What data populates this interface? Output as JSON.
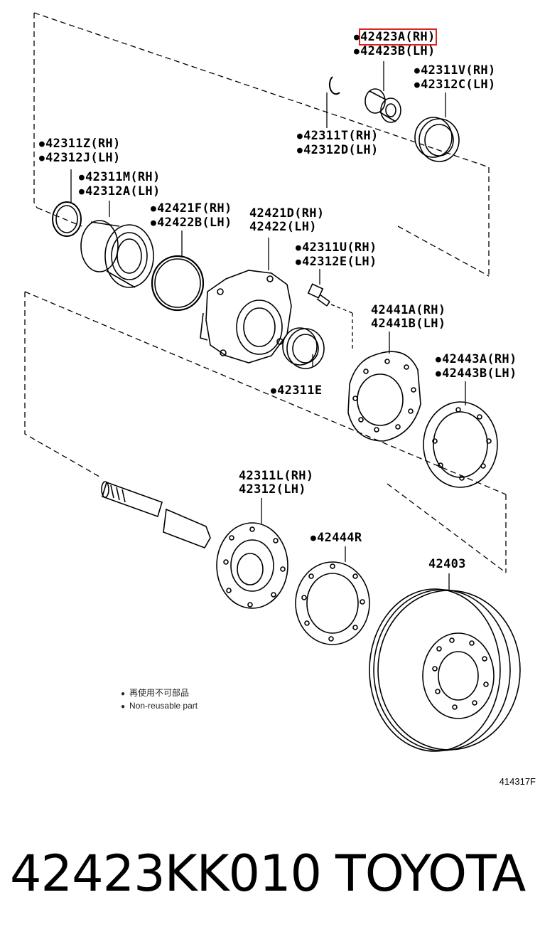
{
  "parts": {
    "p42423": {
      "lines": [
        "42423A(RH)",
        "42423B(LH)"
      ],
      "non_reusable": true,
      "highlighted_line": 0
    },
    "p42311V": {
      "lines": [
        "42311V(RH)",
        "42312C(LH)"
      ],
      "non_reusable": true
    },
    "p42311T": {
      "lines": [
        "42311T(RH)",
        "42312D(LH)"
      ],
      "non_reusable": true
    },
    "p42311Z": {
      "lines": [
        "42311Z(RH)",
        "42312J(LH)"
      ],
      "non_reusable": true
    },
    "p42311M": {
      "lines": [
        "42311M(RH)",
        "42312A(LH)"
      ],
      "non_reusable": true
    },
    "p42421F": {
      "lines": [
        "42421F(RH)",
        "42422B(LH)"
      ],
      "non_reusable": true
    },
    "p42421D": {
      "lines": [
        "42421D(RH)",
        "42422(LH)"
      ],
      "non_reusable": false
    },
    "p42311U": {
      "lines": [
        "42311U(RH)",
        "42312E(LH)"
      ],
      "non_reusable": true
    },
    "p42441A": {
      "lines": [
        "42441A(RH)",
        "42441B(LH)"
      ],
      "non_reusable": false
    },
    "p42311E": {
      "lines": [
        "42311E"
      ],
      "non_reusable": true
    },
    "p42443A": {
      "lines": [
        "42443A(RH)",
        "42443B(LH)"
      ],
      "non_reusable": true
    },
    "p42311L": {
      "lines": [
        "42311L(RH)",
        "42312(LH)"
      ],
      "non_reusable": false
    },
    "p42444R": {
      "lines": [
        "42444R"
      ],
      "non_reusable": true
    },
    "p42403": {
      "lines": [
        "42403"
      ],
      "non_reusable": false
    }
  },
  "legend": [
    "再使用不可部品",
    "Non-reusable part"
  ],
  "figure_number": "414317F",
  "footer": {
    "part_number": "42423KK010",
    "brand": "TOYOTA"
  },
  "colors": {
    "highlight": "#dd2222",
    "ink": "#000000"
  }
}
